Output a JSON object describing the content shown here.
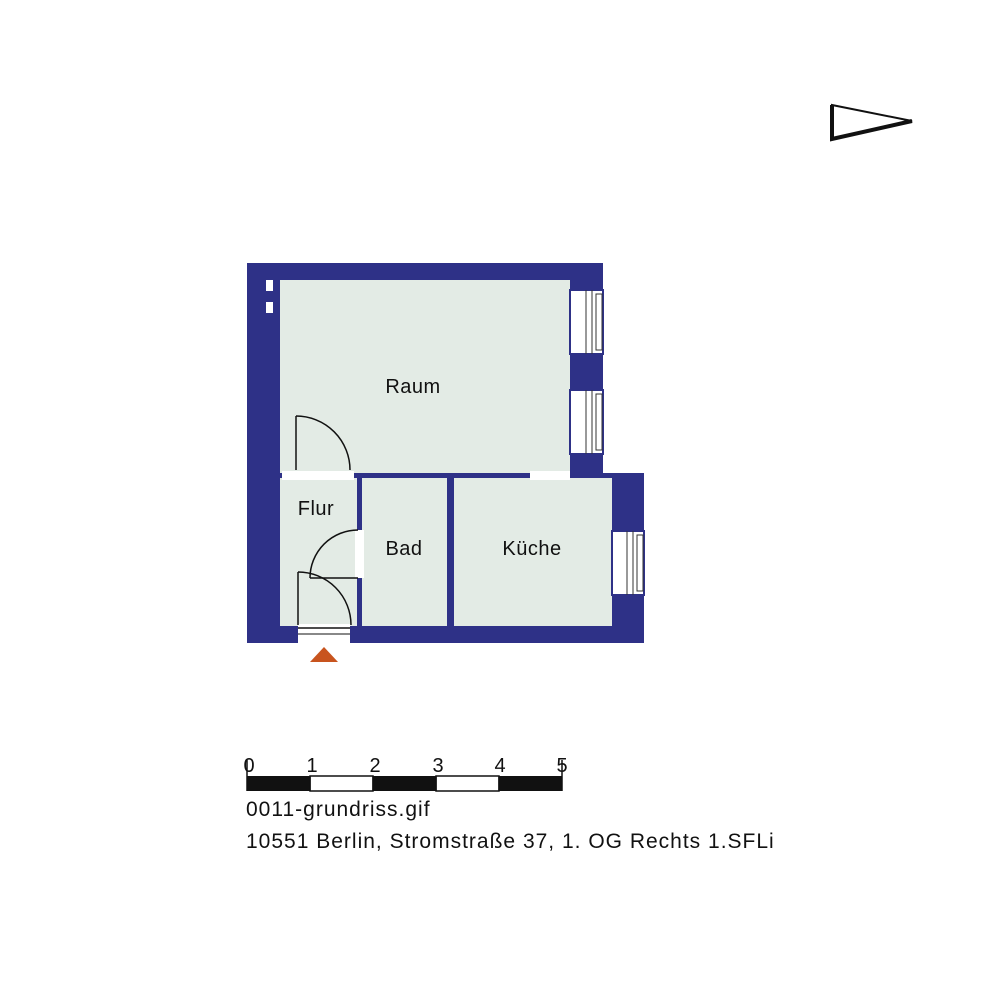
{
  "rooms": {
    "raum": "Raum",
    "flur": "Flur",
    "bad": "Bad",
    "kueche": "Küche"
  },
  "scale_bar": {
    "labels": [
      "0",
      "1",
      "2",
      "3",
      "4",
      "5"
    ]
  },
  "caption": {
    "filename": "0011-grundriss.gif",
    "address": "10551 Berlin, Stromstraße 37, 1. OG Rechts 1.SFLi"
  },
  "colors": {
    "wall": "#2e3187",
    "floor": "#e3ebe5",
    "entrance_marker": "#c8541e",
    "window": "#ffffff"
  }
}
